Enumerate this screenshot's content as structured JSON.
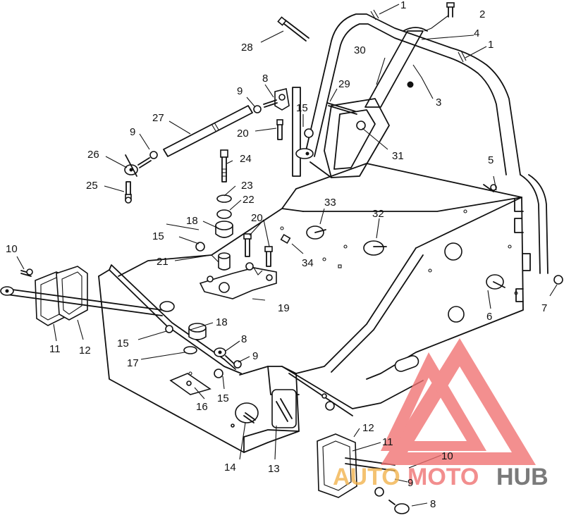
{
  "diagram": {
    "callouts": [
      {
        "id": "c1a",
        "text": "1"
      },
      {
        "id": "c1b",
        "text": "1"
      },
      {
        "id": "c2",
        "text": "2"
      },
      {
        "id": "c3",
        "text": "3"
      },
      {
        "id": "c4",
        "text": "4"
      },
      {
        "id": "c5",
        "text": "5"
      },
      {
        "id": "c6",
        "text": "6"
      },
      {
        "id": "c7a",
        "text": "7"
      },
      {
        "id": "c8a",
        "text": "8"
      },
      {
        "id": "c8b",
        "text": "8"
      },
      {
        "id": "c8c",
        "text": "8"
      },
      {
        "id": "c9a",
        "text": "9"
      },
      {
        "id": "c9b",
        "text": "9"
      },
      {
        "id": "c9c",
        "text": "9"
      },
      {
        "id": "c9d",
        "text": "9"
      },
      {
        "id": "c10a",
        "text": "10"
      },
      {
        "id": "c10b",
        "text": "10"
      },
      {
        "id": "c11a",
        "text": "11"
      },
      {
        "id": "c11b",
        "text": "11"
      },
      {
        "id": "c12a",
        "text": "12"
      },
      {
        "id": "c12b",
        "text": "12"
      },
      {
        "id": "c13",
        "text": "13"
      },
      {
        "id": "c14",
        "text": "14"
      },
      {
        "id": "c15a",
        "text": "15"
      },
      {
        "id": "c15b",
        "text": "15"
      },
      {
        "id": "c15c",
        "text": "15"
      },
      {
        "id": "c15d",
        "text": "15"
      },
      {
        "id": "c16",
        "text": "16"
      },
      {
        "id": "c17",
        "text": "17"
      },
      {
        "id": "c18a",
        "text": "18"
      },
      {
        "id": "c18b",
        "text": "18"
      },
      {
        "id": "c19",
        "text": "19"
      },
      {
        "id": "c20a",
        "text": "20"
      },
      {
        "id": "c20b",
        "text": "20"
      },
      {
        "id": "c21",
        "text": "21"
      },
      {
        "id": "c22",
        "text": "22"
      },
      {
        "id": "c23",
        "text": "23"
      },
      {
        "id": "c24",
        "text": "24"
      },
      {
        "id": "c25",
        "text": "25"
      },
      {
        "id": "c26",
        "text": "26"
      },
      {
        "id": "c27",
        "text": "27"
      },
      {
        "id": "c28",
        "text": "28"
      },
      {
        "id": "c29",
        "text": "29"
      },
      {
        "id": "c30",
        "text": "30"
      },
      {
        "id": "c31",
        "text": "31"
      },
      {
        "id": "c32",
        "text": "32"
      },
      {
        "id": "c33",
        "text": "33"
      },
      {
        "id": "c34",
        "text": "34"
      }
    ]
  },
  "watermark": {
    "part1": "AUTO",
    "part2": "MOTO",
    "part3": "HUB",
    "colors": {
      "triangle": "#f07070",
      "auto": "#f2b24a",
      "moto": "#ef6f6f",
      "hub": "#555555"
    }
  }
}
